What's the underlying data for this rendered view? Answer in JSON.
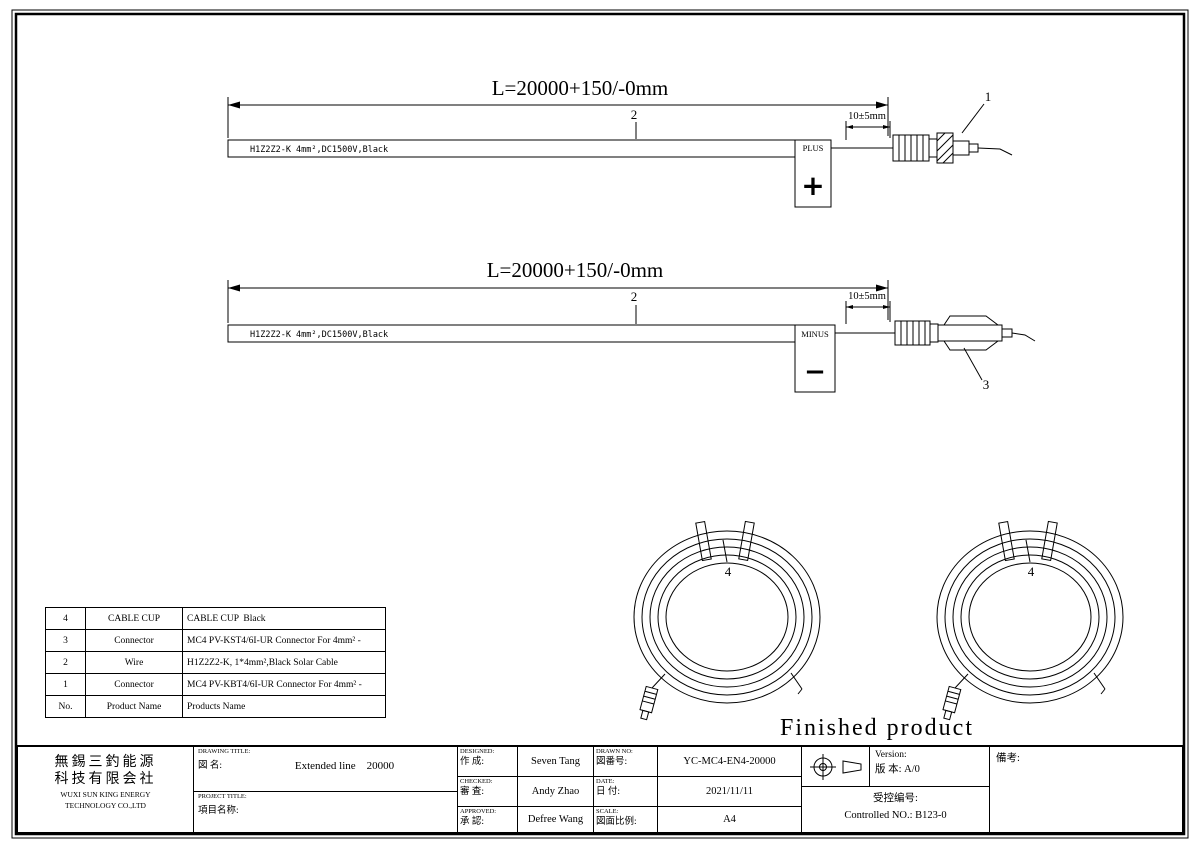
{
  "sheet": {
    "finished_caption": "Finished product"
  },
  "drawing_plus": {
    "length_dim": "L=20000+150/-0mm",
    "wire_item": "2",
    "cable_label": "H1Z2Z2-K 4mm²,DC1500V,Black",
    "polarity_word": "PLUS",
    "polarity_symbol": "+",
    "strip_dim": "10±5mm",
    "connector_item": "1"
  },
  "drawing_minus": {
    "length_dim": "L=20000+150/-0mm",
    "wire_item": "2",
    "cable_label": "H1Z2Z2-K 4mm²,DC1500V,Black",
    "polarity_word": "MINUS",
    "polarity_symbol": "−",
    "strip_dim": "10±5mm",
    "connector_item": "3"
  },
  "coils": {
    "left_item": "4",
    "right_item": "4"
  },
  "bom": {
    "rows": [
      {
        "no": "4",
        "name": "CABLE CUP",
        "desc": "CABLE CUP  Black"
      },
      {
        "no": "3",
        "name": "Connector",
        "desc": "MC4 PV-KST4/6I-UR Connector For 4mm² -"
      },
      {
        "no": "2",
        "name": "Wire",
        "desc": "H1Z2Z2-K, 1*4mm²,Black Solar Cable"
      },
      {
        "no": "1",
        "name": "Connector",
        "desc": "MC4 PV-KBT4/6I-UR Connector For 4mm² -"
      },
      {
        "no": "No.",
        "name": "Product Name",
        "desc": "Products Name"
      }
    ]
  },
  "titleblock": {
    "company_cn_1": "無錫三釣能源",
    "company_cn_2": "科技有限会社",
    "company_en_1": "WUXI SUN KING ENERGY",
    "company_en_2": "TECHNOLOGY CO.,LTD",
    "drawing_title_label_en": "DRAWING TITLE:",
    "drawing_title_label_cn": "図 名:",
    "drawing_title_value": "Extended line    20000",
    "project_title_label_en": "PROJECT TITLE:",
    "project_title_label_cn": "項目名称:",
    "designed_label_en": "DESIGNED:",
    "designed_label_cn": "作 成:",
    "designed_value": "Seven Tang",
    "checked_label_en": "CHECKED:",
    "checked_label_cn": "審 査:",
    "checked_value": "Andy Zhao",
    "approved_label_en": "APPROVED:",
    "approved_label_cn": "承 認:",
    "approved_value": "Defree Wang",
    "drawn_no_label_en": "DRAWN NO:",
    "drawn_no_label_cn": "図番号:",
    "drawn_no_value": "YC-MC4-EN4-20000",
    "date_label_en": "DATE:",
    "date_label_cn": "日 付:",
    "date_value": "2021/11/11",
    "scale_label_en": "SCALE:",
    "scale_label_cn": "図面比例:",
    "scale_value": "A4",
    "version_label": "Version:",
    "version_value": "版 本: A/0",
    "controlled_label": "受控编号:",
    "controlled_value": "Controlled NO.: B123-0",
    "remarks_label": "備考:"
  }
}
